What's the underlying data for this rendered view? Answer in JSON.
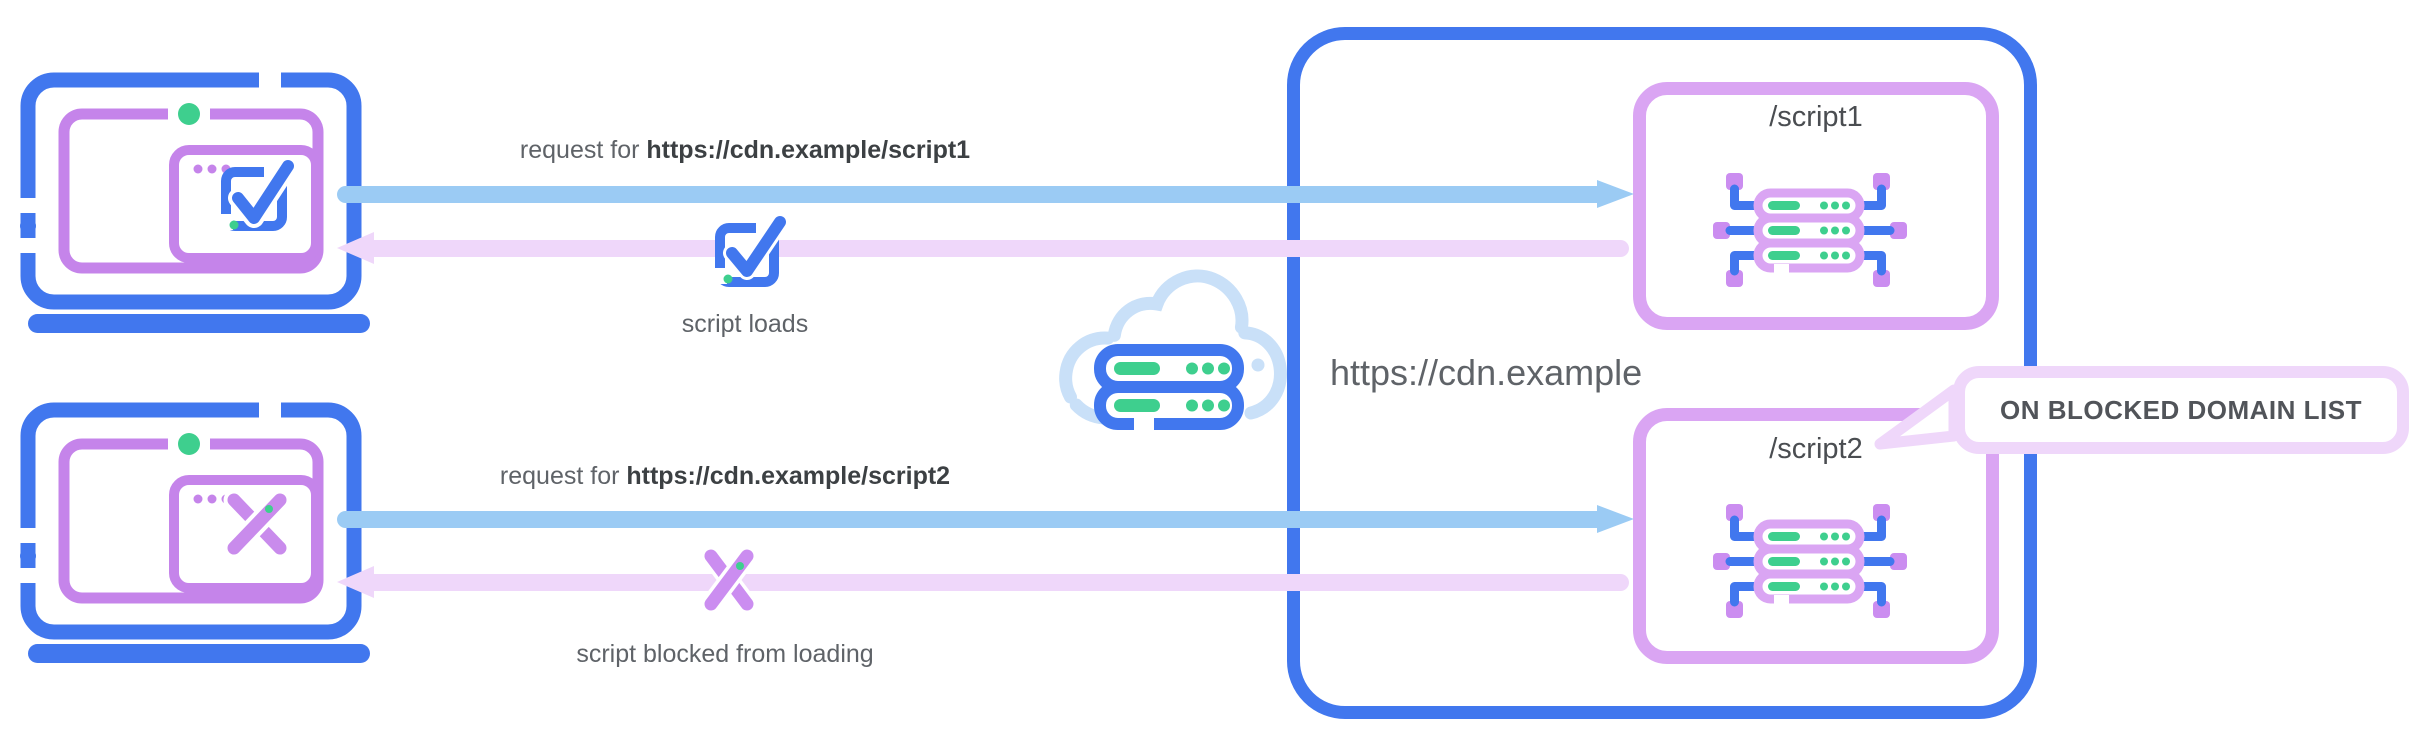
{
  "colors": {
    "primary_blue": "#4177ee",
    "request_arrow_blue": "#9bcbf4",
    "response_arrow_pink": "#efd7fa",
    "window_purple": "#c584ea",
    "server_purple": "#daa5f3",
    "node_purple": "#cb8df0",
    "green": "#3ecf8e",
    "cloud_blue": "#c9e0f8",
    "label_gray": "#5f6368",
    "label_dark": "#3c4043"
  },
  "clients": [
    {
      "device": "laptop",
      "window_icon": "checkmark-window",
      "result_icon": "checkbox-check"
    },
    {
      "device": "laptop",
      "window_icon": "blocked-x-window",
      "result_icon": "blocked-x"
    }
  ],
  "flows": [
    {
      "request_prefix": "request for ",
      "request_url": "https://cdn.example/script1",
      "response_label": "script loads"
    },
    {
      "request_prefix": "request for ",
      "request_url": "https://cdn.example/script2",
      "response_label": "script blocked from loading"
    }
  ],
  "cdn": {
    "title": "https://cdn.example",
    "endpoints": [
      {
        "label": "/script1"
      },
      {
        "label": "/script2",
        "callout": "ON BLOCKED DOMAIN LIST"
      }
    ]
  }
}
